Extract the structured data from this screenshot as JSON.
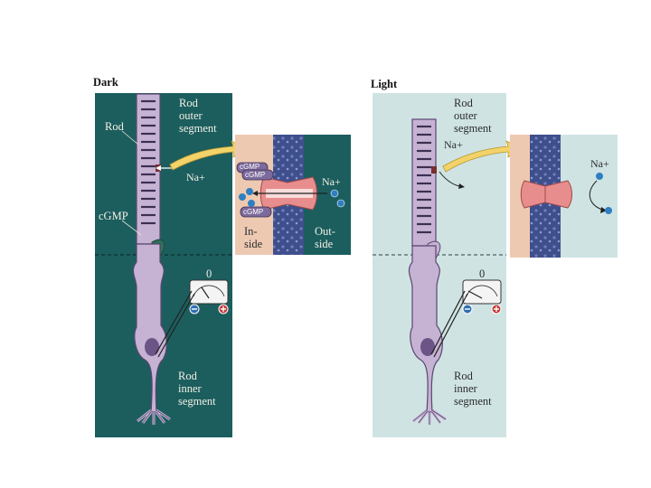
{
  "dark_panel": {
    "title": "Dark",
    "rod_label": "Rod",
    "outer_segment_label": "Rod\nouter\nsegment",
    "cgmp_label": "cGMP",
    "na_label": "Na+",
    "meter_zero": "0",
    "inner_segment_label": "Rod\ninner\nsegment",
    "inset": {
      "inside_label": "In-\nside",
      "outside_label": "Out-\nside",
      "na_label": "Na+",
      "cgmp_chips": [
        "cGMP",
        "cGMP",
        "cGMP"
      ]
    }
  },
  "light_panel": {
    "title": "Light",
    "outer_segment_label": "Rod\nouter\nsegment",
    "na_label": "Na+",
    "meter_zero": "0",
    "inner_segment_label": "Rod\ninner\nsegment",
    "inset": {
      "na_label": "Na+"
    }
  },
  "colors": {
    "dark_bg": "#1c5e5e",
    "light_bg": "#cfe3e3",
    "inset_inside": "#eec9b2",
    "membrane": "#3f4f8c",
    "channel": "#e88d8d",
    "cell_fill": "#c6b3d4",
    "cell_stroke": "#5a4670",
    "arrow_yellow": "#f2d36a",
    "ion_blue": "#2f7fc2"
  }
}
